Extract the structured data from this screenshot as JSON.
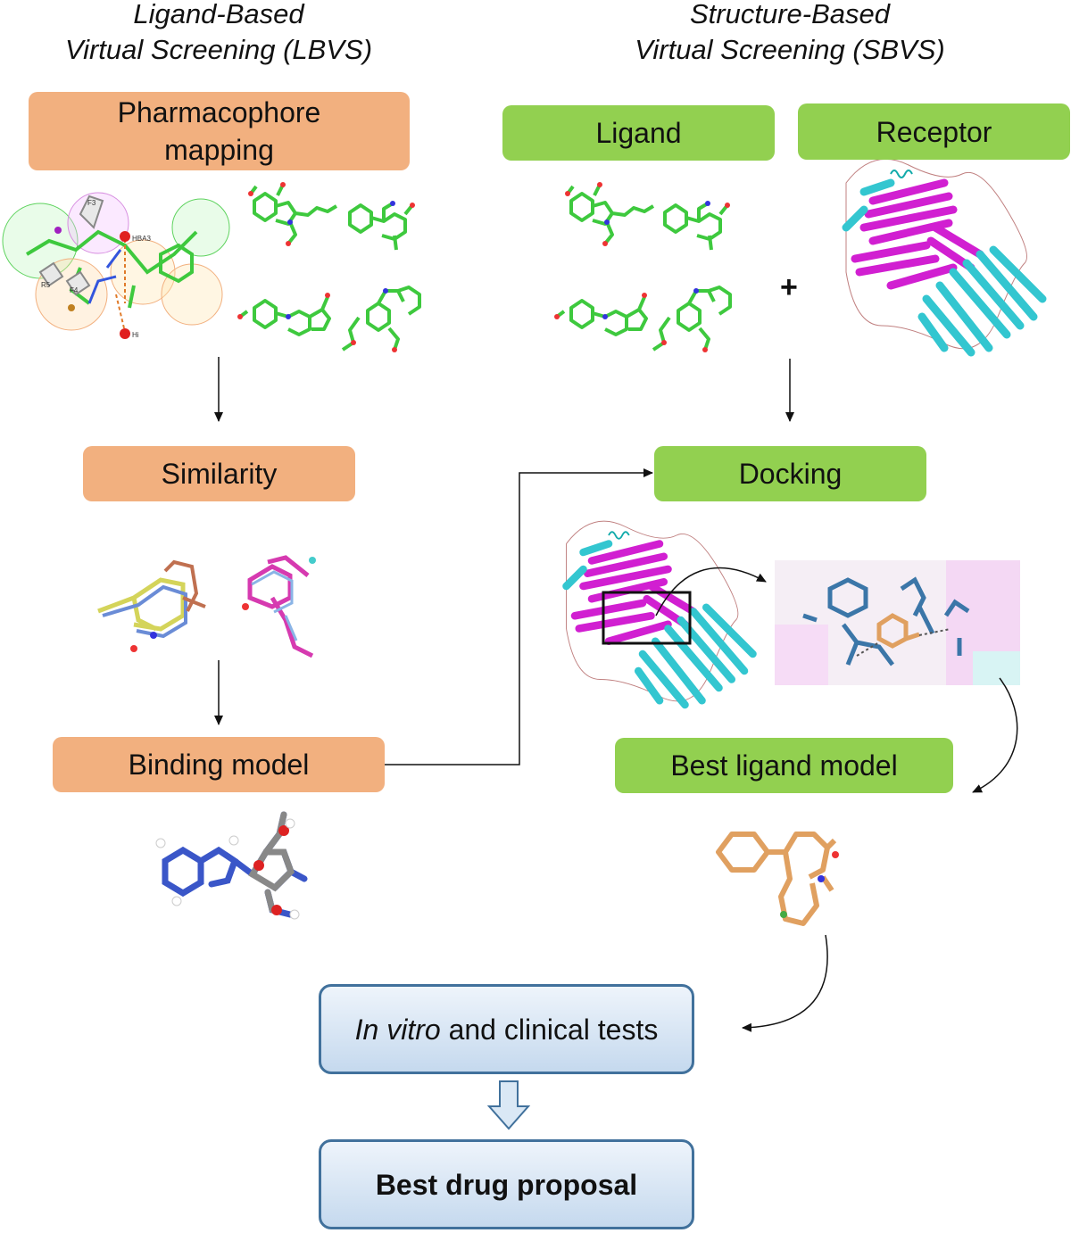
{
  "lbvs": {
    "heading_line1": "Ligand-Based",
    "heading_line2": "Virtual Screening (LBVS)",
    "pharmacophore_line1": "Pharmacophore",
    "pharmacophore_line2": "mapping",
    "similarity": "Similarity",
    "binding_model": "Binding model",
    "pharmacophore_feature_labels": [
      "F3",
      "R5",
      "F4",
      "HBA3",
      "Hi"
    ]
  },
  "sbvs": {
    "heading_line1": "Structure-Based",
    "heading_line2": "Virtual Screening (SBVS)",
    "ligand": "Ligand",
    "receptor": "Receptor",
    "plus": "+",
    "docking": "Docking",
    "best_ligand_model": "Best ligand model"
  },
  "outcome": {
    "tests_italic": "In vitro",
    "tests_rest": " and clinical tests",
    "best_drug": "Best drug proposal"
  },
  "colors": {
    "lbvs_box": "#f2b07f",
    "sbvs_box": "#92d050",
    "outcome_border": "#41719c",
    "ligand_green": "#3ec93e",
    "protein_cyan": "#33c6d0",
    "protein_magenta": "#d11fd1",
    "best_ligand_orange": "#e0a060"
  },
  "icons": [
    "pharmacophore-model-image",
    "ligand-structure-image",
    "receptor-protein-image",
    "docking-complex-image",
    "binding-pose-zoom-image",
    "binding-model-molecule-image",
    "best-ligand-molecule-image",
    "block-down-arrow-icon"
  ]
}
